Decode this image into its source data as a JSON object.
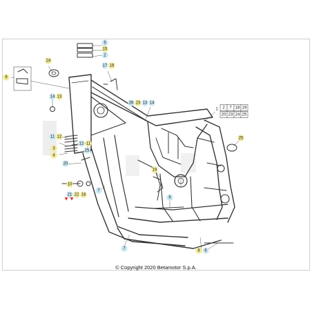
{
  "colors": {
    "blue": "#cde9f3",
    "yellow": "#f4ec9c",
    "red": "#e23030",
    "line": "#333333"
  },
  "callouts": [
    {
      "id": "c-5",
      "text": "5",
      "c": "blue"
    },
    {
      "id": "c-15",
      "text": "15",
      "c": "yellow"
    },
    {
      "id": "c-2a",
      "text": "2",
      "c": "blue"
    },
    {
      "id": "c-24a",
      "text": "24",
      "c": "yellow"
    },
    {
      "id": "c-9",
      "text": "9",
      "c": "yellow"
    },
    {
      "id": "c-17",
      "text": "17",
      "c": "blue"
    },
    {
      "id": "c-16",
      "text": "16",
      "c": "yellow"
    },
    {
      "id": "c-14a",
      "text": "14",
      "c": "blue"
    },
    {
      "id": "c-13a",
      "text": "13",
      "c": "yellow"
    },
    {
      "id": "c-26",
      "text": "26",
      "c": "blue"
    },
    {
      "id": "c-23",
      "text": "23",
      "c": "yellow"
    },
    {
      "id": "c-13b",
      "text": "13",
      "c": "blue"
    },
    {
      "id": "c-14b",
      "text": "14",
      "c": "blue"
    },
    {
      "id": "c-1",
      "text": "1",
      "c": "white"
    },
    {
      "id": "c-2b",
      "text": "2",
      "c": "white"
    },
    {
      "id": "c-7a",
      "text": "7",
      "c": "white"
    },
    {
      "id": "c-18",
      "text": "18",
      "c": "white"
    },
    {
      "id": "c-19",
      "text": "19",
      "c": "white"
    },
    {
      "id": "c-20b",
      "text": "20",
      "c": "white"
    },
    {
      "id": "c-23b",
      "text": "23",
      "c": "white"
    },
    {
      "id": "c-24b",
      "text": "24",
      "c": "white"
    },
    {
      "id": "c-25b",
      "text": "25",
      "c": "white"
    },
    {
      "id": "c-11a",
      "text": "11",
      "c": "blue"
    },
    {
      "id": "c-12a",
      "text": "12",
      "c": "yellow"
    },
    {
      "id": "c-3",
      "text": "3",
      "c": "yellow"
    },
    {
      "id": "c-4",
      "text": "4",
      "c": "yellow"
    },
    {
      "id": "c-12b",
      "text": "12",
      "c": "blue"
    },
    {
      "id": "c-11b",
      "text": "11",
      "c": "yellow"
    },
    {
      "id": "c-25a",
      "text": "25",
      "c": "blue"
    },
    {
      "id": "c-20a",
      "text": "20",
      "c": "blue"
    },
    {
      "id": "c-10",
      "text": "10",
      "c": "yellow"
    },
    {
      "id": "c-7b",
      "text": "7",
      "c": "blue"
    },
    {
      "id": "c-21",
      "text": "21",
      "c": "blue"
    },
    {
      "id": "c-22",
      "text": "22",
      "c": "yellow"
    },
    {
      "id": "c-18b",
      "text": "18",
      "c": "yellow"
    },
    {
      "id": "c-19b",
      "text": "19",
      "c": "yellow"
    },
    {
      "id": "c-6a",
      "text": "6",
      "c": "blue"
    },
    {
      "id": "c-25c",
      "text": "25",
      "c": "yellow"
    },
    {
      "id": "c-7c",
      "text": "7",
      "c": "blue"
    },
    {
      "id": "c-8",
      "text": "8",
      "c": "yellow"
    },
    {
      "id": "c-6b",
      "text": "6",
      "c": "blue"
    }
  ],
  "copyright": "© Copyright 2020 Betamotor S.p.A."
}
